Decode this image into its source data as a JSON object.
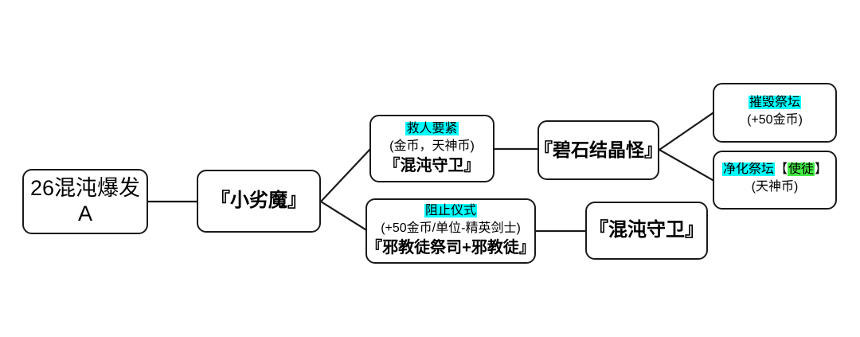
{
  "diagram": {
    "title": "26混沌爆发 A",
    "background_color": "#ffffff",
    "line_color": "#1a1a1a",
    "highlight_cyan": "#00ffff",
    "highlight_green": "#44ee44",
    "nodes": {
      "start": {
        "line1": "26混沌爆发",
        "line2": "A"
      },
      "imp": {
        "title": "『小劣魔』"
      },
      "rescue": {
        "head": "救人要紧",
        "sub": "(金币，天神币)",
        "unit": "『混沌守卫』"
      },
      "ritual": {
        "head": "阻止仪式",
        "sub": "(+50金币/单位-精英剑士)",
        "unit": "『邪教徒祭司+邪教徒』"
      },
      "crystal": {
        "title": "『碧石结晶怪』"
      },
      "guard2": {
        "title": "『混沌守卫』"
      },
      "destroy": {
        "head": "摧毁祭坛",
        "sub": "(+50金币)"
      },
      "purify": {
        "head_cyan": "净化祭坛",
        "bracket_open": "【",
        "head_green": "使徒",
        "bracket_close": "】",
        "sub": "(天神币)"
      }
    },
    "edges": [
      {
        "from": "start",
        "to": "imp"
      },
      {
        "from": "imp",
        "to": "rescue"
      },
      {
        "from": "imp",
        "to": "ritual"
      },
      {
        "from": "rescue",
        "to": "crystal"
      },
      {
        "from": "ritual",
        "to": "guard2"
      },
      {
        "from": "crystal",
        "to": "destroy"
      },
      {
        "from": "crystal",
        "to": "purify"
      }
    ]
  }
}
